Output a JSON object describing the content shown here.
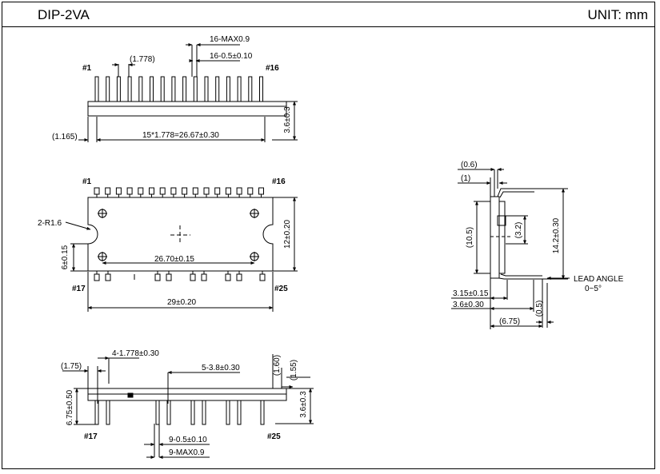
{
  "header": {
    "package": "DIP-2VA",
    "unit": "UNIT: mm"
  },
  "top_view": {
    "pin_first": "#1",
    "pin_last": "#16",
    "pitch_label": "(1.778)",
    "lead_max_label": "16-MAX0.9",
    "lead_width_label": "16-0.5±0.10",
    "offset_label": "(1.165)",
    "span_label": "15*1.778=26.67±0.30",
    "height_label": "3.6±0.3"
  },
  "front_view": {
    "pin_top_first": "#1",
    "pin_top_last": "#16",
    "radius_label": "2-R1.6",
    "hole_spacing_label": "26.70±0.15",
    "left_height_label": "6±0.15",
    "right_height_label": "12±0.20",
    "width_label": "29±0.20",
    "pin_bottom_first": "#17",
    "pin_bottom_last": "#25"
  },
  "side_view": {
    "d_06": "(0.6)",
    "d_1": "(1)",
    "d_105": "(10.5)",
    "d_32": "(3.2)",
    "d_142": "14.2±0.30",
    "lead_angle_1": "LEAD ANGLE",
    "lead_angle_2": "0~5°",
    "d_315": "3.15±0.15",
    "d_36": "3.6±0.30",
    "d_05": "(0.5)",
    "d_675": "(6.75)"
  },
  "bottom_view": {
    "d_175": "(1.75)",
    "pitch4_label": "4-1.778±0.30",
    "pitch5_label": "5-3.8±0.30",
    "d_160": "(1.60)",
    "d_155": "(1.55)",
    "height_label": "3.6±0.3",
    "lead_len_label": "6.75±0.50",
    "pin_first": "#17",
    "pin_last": "#25",
    "lead_width_label": "9-0.5±0.10",
    "lead_max_label": "9-MAX0.9"
  }
}
